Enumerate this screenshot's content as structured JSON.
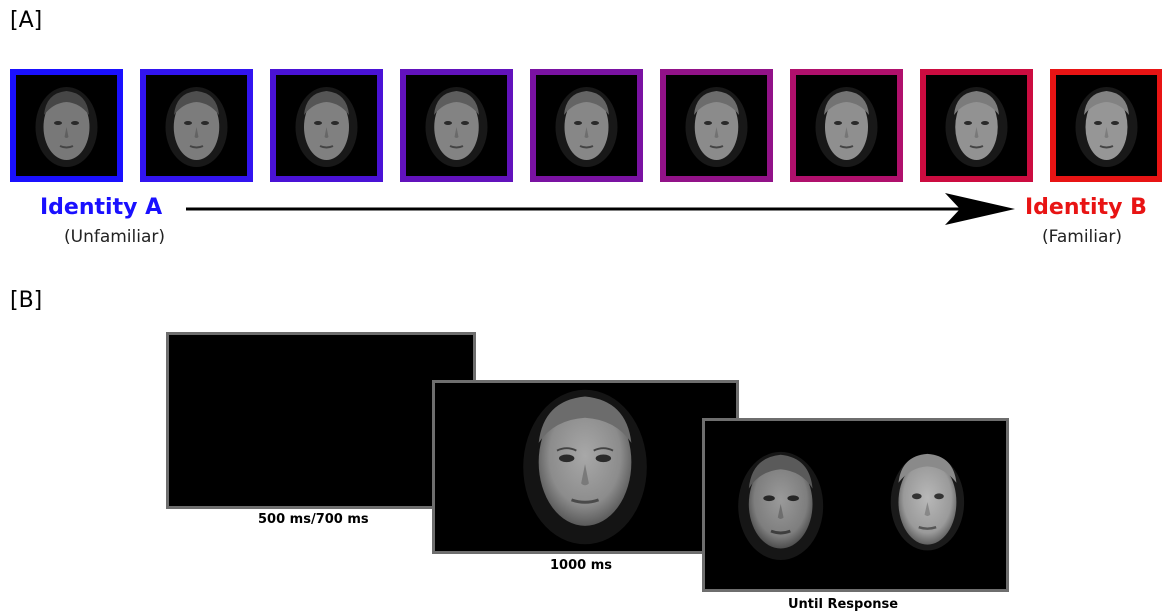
{
  "panel_a": {
    "label": "[A]",
    "morph_frames": [
      {
        "color": "#1a10ff",
        "morph": 0.0
      },
      {
        "color": "#3214f0",
        "morph": 0.125
      },
      {
        "color": "#4a12d6",
        "morph": 0.25
      },
      {
        "color": "#6212bc",
        "morph": 0.375
      },
      {
        "color": "#7a12a2",
        "morph": 0.5
      },
      {
        "color": "#921288",
        "morph": 0.625
      },
      {
        "color": "#b0106c",
        "morph": 0.75
      },
      {
        "color": "#cc0c40",
        "morph": 0.875
      },
      {
        "color": "#e81414",
        "morph": 1.0
      }
    ],
    "identity_a": {
      "title": "Identity A",
      "subtitle": "(Unfamiliar)",
      "color": "#1a10ff"
    },
    "identity_b": {
      "title": "Identity B",
      "subtitle": "(Familiar)",
      "color": "#e81414"
    }
  },
  "panel_b": {
    "label": "[B]",
    "screens": [
      {
        "timing": "500 ms/700 ms",
        "content": "blank"
      },
      {
        "timing": "1000 ms",
        "content": "single-face"
      },
      {
        "timing": "Until Response",
        "content": "two-faces"
      }
    ]
  }
}
